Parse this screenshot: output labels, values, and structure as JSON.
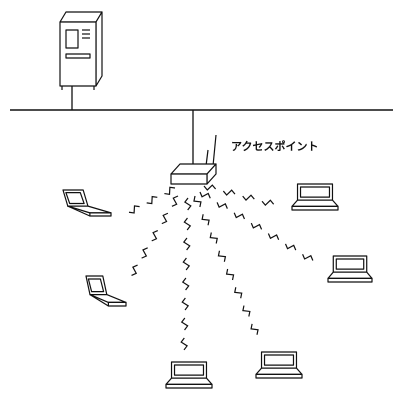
{
  "diagram": {
    "access_point_label": "アクセスポイント",
    "colors": {
      "stroke": "#111111",
      "fill": "#ffffff"
    },
    "nodes": [
      {
        "id": "server",
        "icon": "server-tower-icon"
      },
      {
        "id": "access-point",
        "icon": "wireless-access-point-icon"
      },
      {
        "id": "laptop-1",
        "icon": "laptop-icon"
      },
      {
        "id": "laptop-2",
        "icon": "laptop-icon"
      },
      {
        "id": "laptop-3",
        "icon": "laptop-icon"
      },
      {
        "id": "laptop-4",
        "icon": "laptop-icon"
      },
      {
        "id": "laptop-5",
        "icon": "laptop-icon"
      },
      {
        "id": "laptop-6",
        "icon": "laptop-icon"
      }
    ],
    "connections": [
      {
        "from": "server",
        "to": "lan-backbone",
        "type": "wired"
      },
      {
        "from": "access-point",
        "to": "lan-backbone",
        "type": "wired"
      },
      {
        "from": "access-point",
        "to": "laptop-1",
        "type": "wireless"
      },
      {
        "from": "access-point",
        "to": "laptop-2",
        "type": "wireless"
      },
      {
        "from": "access-point",
        "to": "laptop-3",
        "type": "wireless"
      },
      {
        "from": "access-point",
        "to": "laptop-4",
        "type": "wireless"
      },
      {
        "from": "access-point",
        "to": "laptop-5",
        "type": "wireless"
      },
      {
        "from": "access-point",
        "to": "laptop-6",
        "type": "wireless"
      }
    ]
  }
}
